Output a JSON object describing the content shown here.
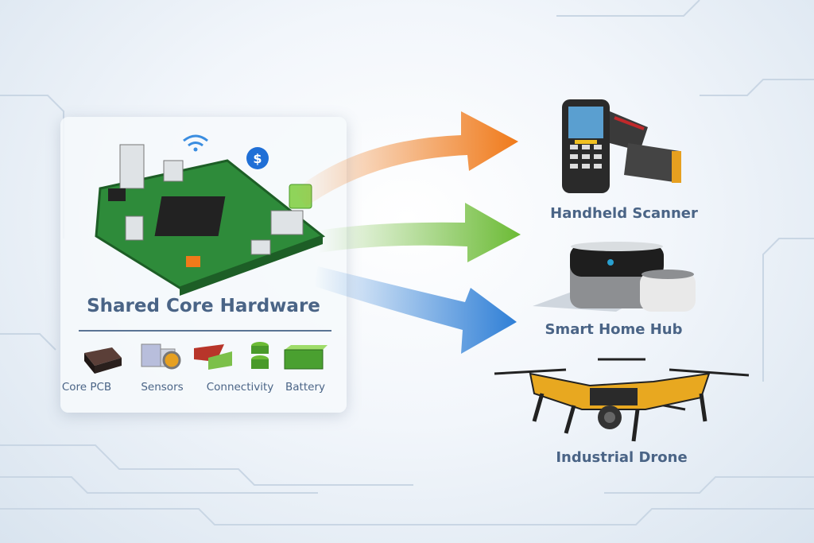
{
  "core": {
    "title": "Shared Core Hardware",
    "components": [
      {
        "label": "Core PCB",
        "icon": "pcb-icon"
      },
      {
        "label": "Sensors",
        "icon": "camera-sensor-icon"
      },
      {
        "label": "Connectivity",
        "icon": "connectivity-module-icon"
      },
      {
        "label": "Battery",
        "icon": "battery-icon"
      }
    ]
  },
  "products": [
    {
      "label": "Handheld Scanner",
      "arrow_color": "#f07a1a"
    },
    {
      "label": "Smart Home Hub",
      "arrow_color": "#6cbb35"
    },
    {
      "label": "Industrial Drone",
      "arrow_color": "#2f7fd6"
    }
  ],
  "colors": {
    "pcb": "#2e8b3a",
    "text": "#4a6486"
  }
}
